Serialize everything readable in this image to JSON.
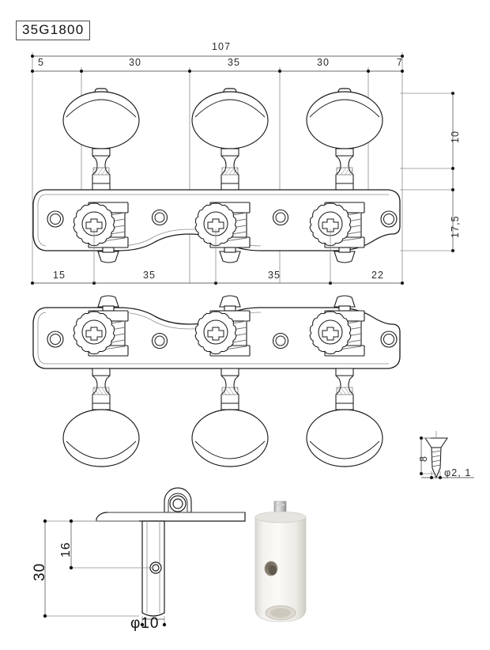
{
  "drawing": {
    "part_number": "35G1800",
    "title_box": "35G1800",
    "units": "mm",
    "line_color": "#555555",
    "outline_color": "#1a1a1a",
    "background": "#ffffff"
  },
  "top_view": {
    "overall_width": "107",
    "segments_top": [
      "5",
      "30",
      "35",
      "30",
      "7"
    ],
    "segments_bottom": [
      "15",
      "35",
      "35",
      "22"
    ],
    "vertical_dims": [
      {
        "value": "10",
        "label": "post-height"
      },
      {
        "value": "17,5",
        "label": "plate-to-button"
      }
    ]
  },
  "screw_detail": {
    "length": "8",
    "diameter": "φ2, 1"
  },
  "post_detail": {
    "total_height": "30",
    "hole_height": "16",
    "diameter": "φ10"
  },
  "photo": {
    "caption": "white-plastic-roller"
  }
}
